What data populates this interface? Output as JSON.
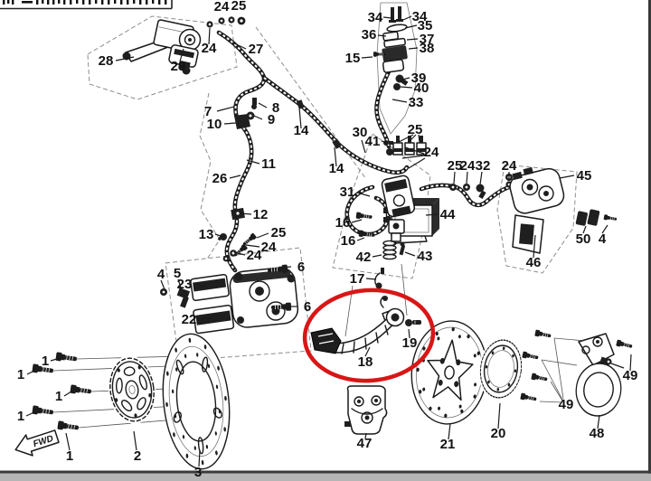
{
  "diagram": {
    "type": "exploded-parts-diagram",
    "subject": "motorcycle hydraulic brake system with ABS",
    "highlight_color": "#d81616",
    "ink_color": "#1a1a1a",
    "background": "#ffffff"
  },
  "fwd_label": "FWD",
  "labels": [
    "28",
    "29",
    "24",
    "24",
    "25",
    "27",
    "34",
    "34",
    "35",
    "36",
    "37",
    "38",
    "15",
    "39",
    "40",
    "33",
    "7",
    "8",
    "9",
    "10",
    "14",
    "30",
    "41",
    "25",
    "24",
    "11",
    "14",
    "25",
    "24",
    "32",
    "24",
    "26",
    "45",
    "31",
    "12",
    "44",
    "16",
    "13",
    "25",
    "50",
    "4",
    "16",
    "24",
    "24",
    "42",
    "43",
    "46",
    "17",
    "4",
    "5",
    "6",
    "23",
    "6",
    "22",
    "19",
    "18",
    "1",
    "1",
    "1",
    "1",
    "49",
    "49",
    "20",
    "48",
    "1",
    "2",
    "47",
    "21",
    "3"
  ]
}
